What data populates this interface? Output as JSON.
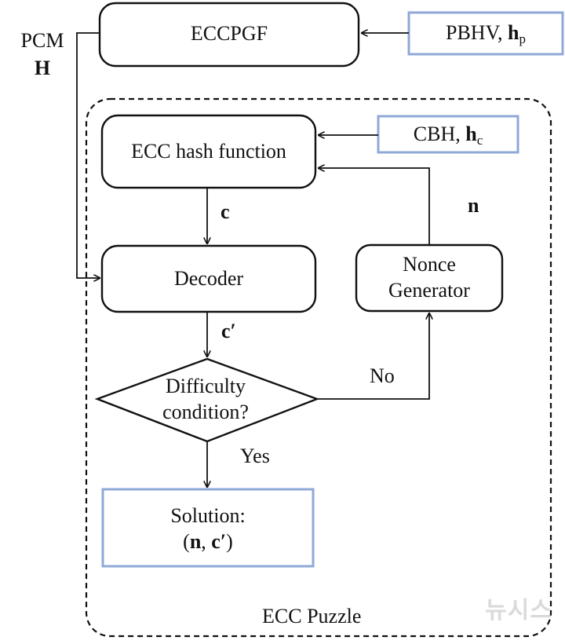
{
  "nodes": {
    "eccpgf": "ECCPGF",
    "pbhv": {
      "text": "PBHV, ",
      "sym": "h",
      "sub": "p"
    },
    "pcm": {
      "line1": "PCM",
      "line2": "H"
    },
    "hash": "ECC hash function",
    "cbh": {
      "text": "CBH, ",
      "sym": "h",
      "sub": "c"
    },
    "decoder": "Decoder",
    "nonce": {
      "line1": "Nonce",
      "line2": "Generator"
    },
    "difficulty": {
      "line1": "Difficulty",
      "line2": "condition?"
    },
    "solution": {
      "line1": "Solution:",
      "open": "(",
      "n": "n",
      "sep": ", ",
      "c": "c′",
      "close": ")"
    }
  },
  "edges": {
    "c": "c",
    "c_prime": "c′",
    "n": "n",
    "no": "No",
    "yes": "Yes"
  },
  "region": {
    "puzzle": "ECC Puzzle"
  },
  "watermark": "뉴시스",
  "colors": {
    "stroke": "#111111",
    "input_box": "#8fa8d8",
    "text": "#111111"
  }
}
